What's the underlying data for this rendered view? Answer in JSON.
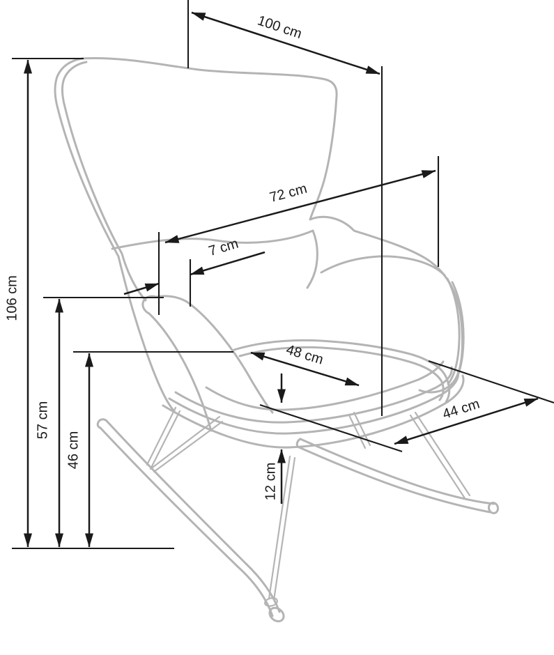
{
  "diagram": {
    "subject": "rocking-chair-dimension-drawing",
    "unit": "cm",
    "colors": {
      "outline": "#b4b4b4",
      "dimension": "#1a1a1a",
      "background": "#ffffff"
    },
    "dimensions": {
      "overall_depth": {
        "label": "100 cm",
        "value": 100
      },
      "back_diagonal": {
        "label": "72 cm",
        "value": 72
      },
      "armrest_offset": {
        "label": "7 cm",
        "value": 7
      },
      "overall_height": {
        "label": "106 cm",
        "value": 106
      },
      "armrest_height": {
        "label": "57 cm",
        "value": 57
      },
      "seat_height": {
        "label": "46 cm",
        "value": 46
      },
      "seat_width": {
        "label": "48 cm",
        "value": 48
      },
      "seat_depth": {
        "label": "44 cm",
        "value": 44
      },
      "seat_front_thickness": {
        "label": "12 cm",
        "value": 12
      }
    }
  }
}
